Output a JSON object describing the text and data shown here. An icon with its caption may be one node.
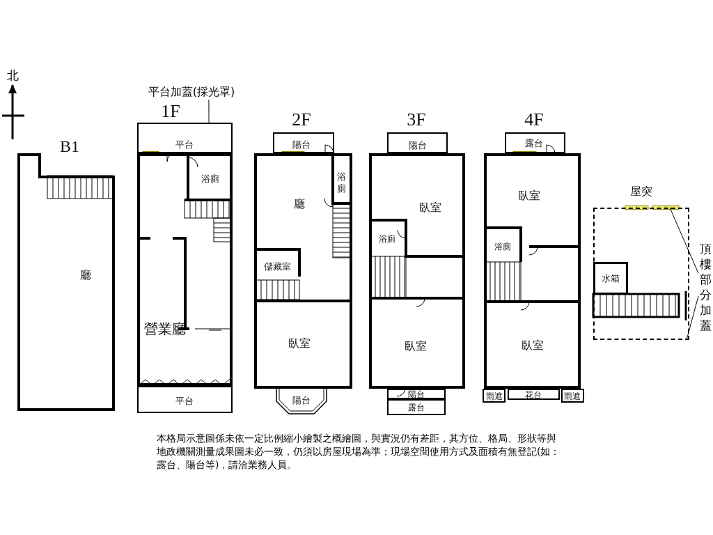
{
  "diagram": {
    "nodes": [
      {
        "text": [
          "B1"
        ]
      },
      {
        "text": [
          "廳"
        ],
        "in": 0
      },
      {
        "text": [
          "1F"
        ]
      },
      {
        "text": [
          "平台"
        ]
      },
      {
        "text": [
          "浴廁"
        ],
        "in": 2
      },
      {
        "text": [
          "營業廳"
        ],
        "in": 2
      },
      {
        "text": [
          "平台"
        ]
      },
      {
        "text": [
          "平台加蓋(採光罩)"
        ]
      },
      {
        "text": [
          "2F"
        ]
      },
      {
        "text": [
          "陽台"
        ]
      },
      {
        "text": [
          "浴廁"
        ],
        "in": 8
      },
      {
        "text": [
          "廳"
        ],
        "in": 8
      },
      {
        "text": [
          "儲藏室"
        ],
        "in": 8
      },
      {
        "text": [
          "臥室"
        ],
        "in": 8
      },
      {
        "text": [
          "陽台"
        ]
      },
      {
        "text": [
          "3F"
        ]
      },
      {
        "text": [
          "陽台"
        ]
      },
      {
        "text": [
          "臥室"
        ],
        "in": 15
      },
      {
        "text": [
          "浴廁"
        ],
        "in": 15
      },
      {
        "text": [
          "臥室"
        ],
        "in": 15
      },
      {
        "text": [
          "陽台"
        ]
      },
      {
        "text": [
          "露台"
        ]
      },
      {
        "text": [
          "4F"
        ]
      },
      {
        "text": [
          "露台"
        ]
      },
      {
        "text": [
          "臥室"
        ],
        "in": 22
      },
      {
        "text": [
          "浴廁"
        ],
        "in": 22
      },
      {
        "text": [
          "臥室"
        ],
        "in": 22
      },
      {
        "text": [
          "雨遮"
        ]
      },
      {
        "text": [
          "花台"
        ]
      },
      {
        "text": [
          "雨遮"
        ]
      },
      {
        "text": [
          "屋突"
        ]
      },
      {
        "text": [
          "水箱"
        ],
        "in": 30
      },
      {
        "text": [
          "頂樓部分加蓋"
        ]
      }
    ],
    "edges": [
      {
        "from": 7,
        "to": 3,
        "arrow": "none"
      },
      {
        "from": 32,
        "to": 30,
        "arrow": "none"
      },
      {
        "from": 32,
        "to": 30,
        "arrow": "none"
      }
    ],
    "labels": [
      "北",
      "本格局示意圖係未依一定比例縮小繪製之概繪圖，與實況仍有差距，其方位、格局、形狀等與地政機關測量成果圖未必一致，仍須以房屋現場為準；現場空間使用方式及面積有無登記(如：露台、陽台等)，請洽業務人員。"
    ]
  }
}
